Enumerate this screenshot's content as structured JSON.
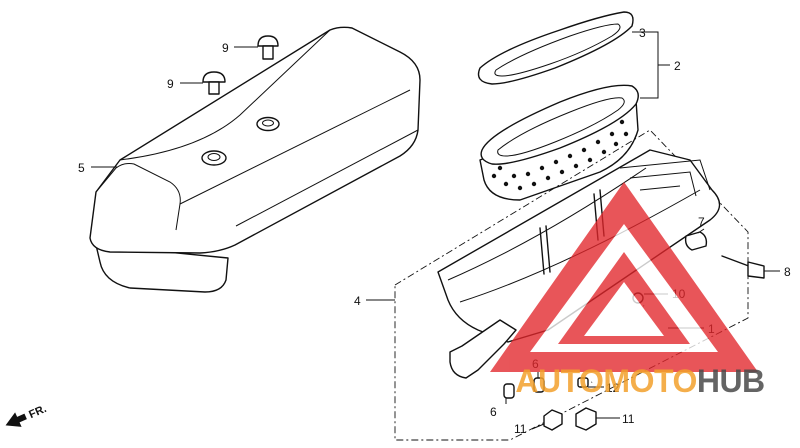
{
  "diagram": {
    "type": "exploded parts diagram",
    "parts": [
      "1",
      "2",
      "3",
      "4",
      "5",
      "6",
      "6",
      "7",
      "8",
      "9",
      "9",
      "10",
      "11",
      "11",
      "12"
    ],
    "direction_marker": "FR.",
    "watermark": "AUTOMOTOHUB"
  },
  "colors": {
    "line": "#111111",
    "watermark_red": "#e2262b",
    "watermark_orange": "#f3a12c",
    "watermark_gray": "#4a4a4a"
  }
}
